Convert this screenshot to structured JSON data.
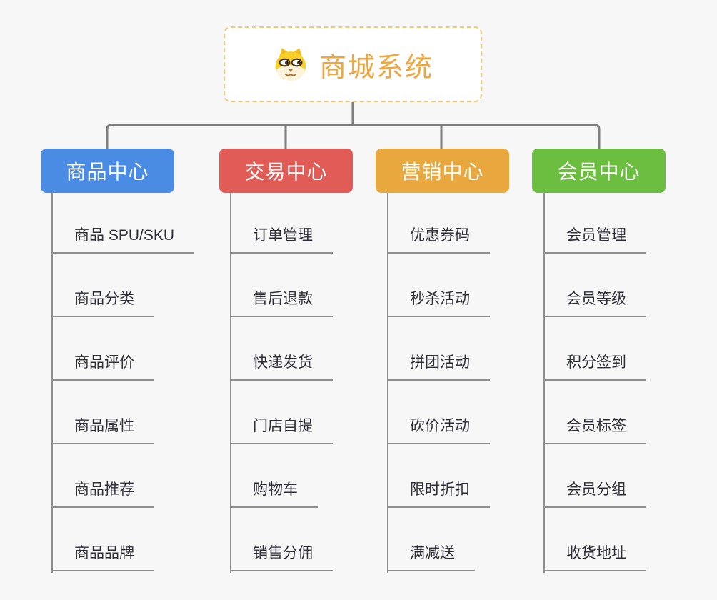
{
  "canvas": {
    "background": "#F7F7F7"
  },
  "root": {
    "title": "商城系统",
    "icon": "dog-face-icon",
    "text_color": "#F0A63E",
    "border_color": "#F2C779",
    "background": "#FFFFFF"
  },
  "connector_color": "#7E7E7E",
  "leaf_style": {
    "text_color": "#2E2E36",
    "line_color": "#8E8E8E"
  },
  "branches": [
    {
      "label": "商品中心",
      "color": "#4A8CE4",
      "text_color": "#FFFFFF",
      "children": [
        "商品 SPU/SKU",
        "商品分类",
        "商品评价",
        "商品属性",
        "商品推荐",
        "商品品牌"
      ]
    },
    {
      "label": "交易中心",
      "color": "#E25C57",
      "text_color": "#FFFFFF",
      "children": [
        "订单管理",
        "售后退款",
        "快递发货",
        "门店自提",
        "购物车",
        "销售分佣"
      ]
    },
    {
      "label": "营销中心",
      "color": "#E9A83E",
      "text_color": "#FFFFFF",
      "children": [
        "优惠券码",
        "秒杀活动",
        "拼团活动",
        "砍价活动",
        "限时折扣",
        "满减送"
      ]
    },
    {
      "label": "会员中心",
      "color": "#6CBE40",
      "text_color": "#FFFFFF",
      "children": [
        "会员管理",
        "会员等级",
        "积分签到",
        "会员标签",
        "会员分组",
        "收货地址"
      ]
    }
  ]
}
